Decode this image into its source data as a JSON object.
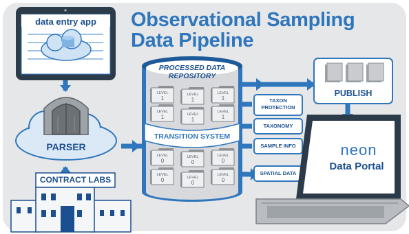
{
  "title": {
    "line1": "Observational Sampling",
    "line2": "Data Pipeline"
  },
  "nodes": {
    "data_entry_app": "data entry app",
    "parser": "PARSER",
    "contract_labs": "CONTRACT LABS",
    "repository_title_line1": "PROCESSED DATA",
    "repository_title_line2": "REPOSITORY",
    "transition_system": "TRANSITION SYSTEM",
    "publish": "PUBLISH",
    "taxon_protection_line1": "TAXON",
    "taxon_protection_line2": "PROTECTION",
    "taxonomy": "TAXONOMY",
    "sample_info": "SAMPLE INFO",
    "spatial_data": "SPATIAL DATA",
    "portal_brand": "neon",
    "portal_title": "Data Portal"
  },
  "folders": {
    "level1": {
      "label": "LEVEL",
      "number": "1"
    },
    "level0": {
      "label": "LEVEL",
      "number": "0"
    }
  },
  "colors": {
    "accent_blue": "#2f76bd",
    "navy": "#1b4f8f",
    "background_gray": "#e6e7e8",
    "folder_gray": "#c9cbce"
  }
}
